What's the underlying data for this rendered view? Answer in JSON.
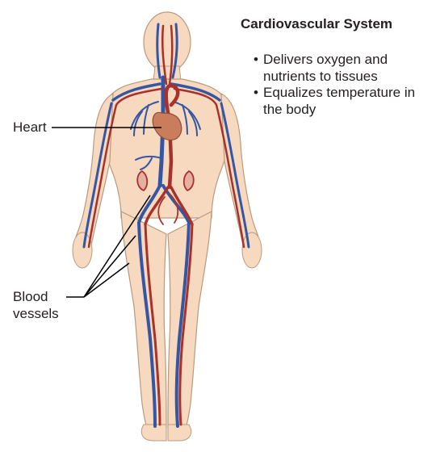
{
  "title": "Cardiovascular System",
  "bullet_glyph": "•",
  "bullets": [
    "Delivers oxygen and nutrients to tissues",
    "Equalizes temperature in the body"
  ],
  "labels": {
    "heart": "Heart",
    "blood_vessels": "Blood vessels"
  },
  "colors": {
    "skin": "#f7d9bf",
    "outline": "#b89a7e",
    "artery": "#a8322b",
    "vein": "#3556a3",
    "heart": "#c97d5d",
    "leader_line": "#000000"
  }
}
